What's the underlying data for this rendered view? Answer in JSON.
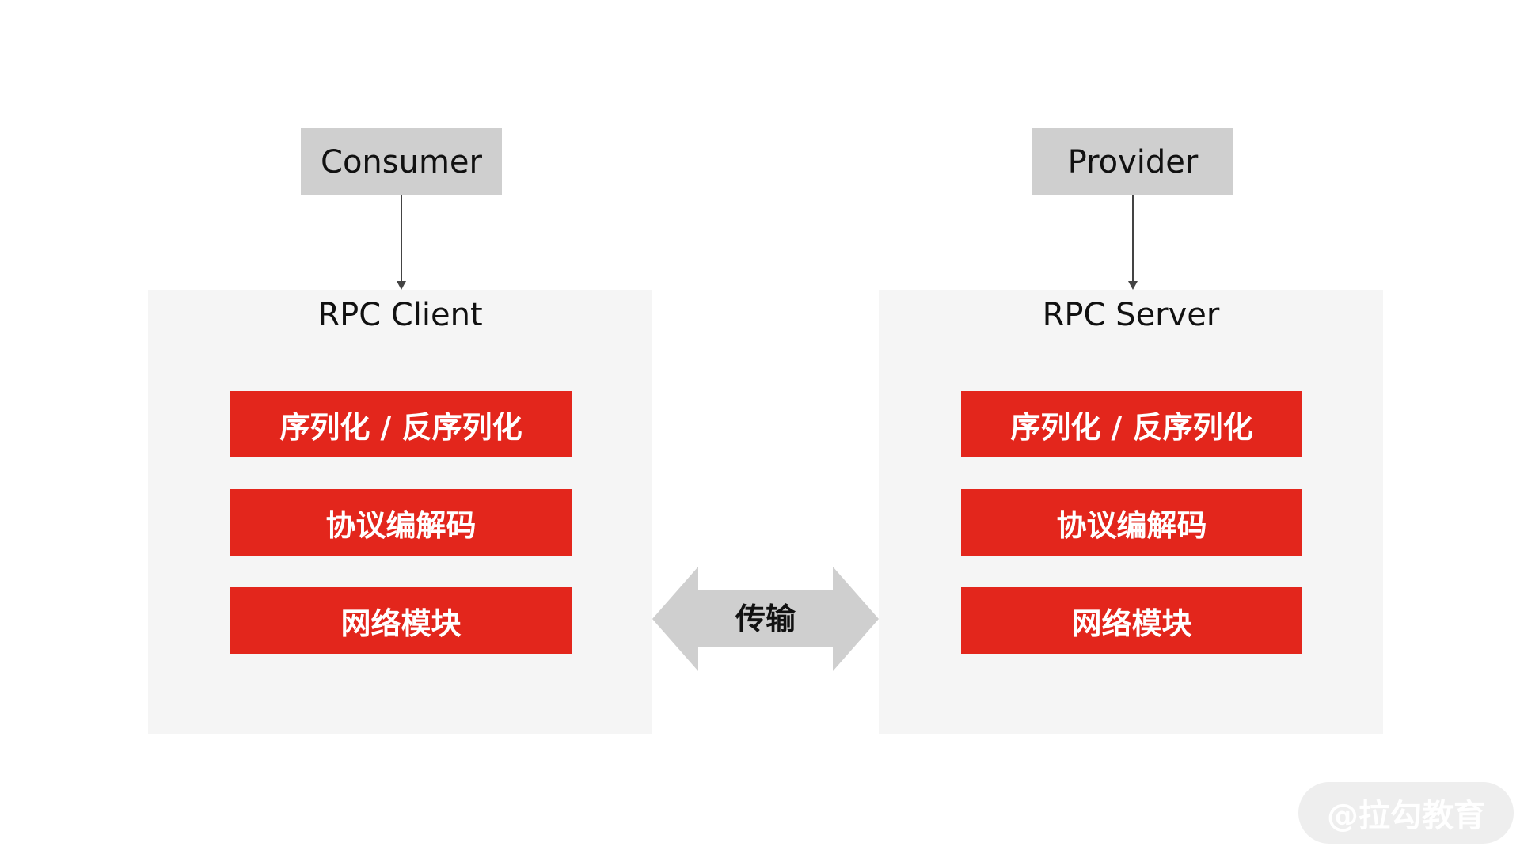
{
  "consumer": {
    "label": "Consumer"
  },
  "provider": {
    "label": "Provider"
  },
  "client": {
    "title": "RPC Client",
    "layers": [
      "序列化 / 反序列化",
      "协议编解码",
      "网络模块"
    ]
  },
  "server": {
    "title": "RPC Server",
    "layers": [
      "序列化 / 反序列化",
      "协议编解码",
      "网络模块"
    ]
  },
  "transport": {
    "label": "传输"
  },
  "watermark": {
    "text": "@拉勾教育"
  },
  "colors": {
    "layer": "#e3261c",
    "panel": "#f5f5f5",
    "top_box": "#cfcfcf",
    "arrow": "#cfcfcf"
  }
}
